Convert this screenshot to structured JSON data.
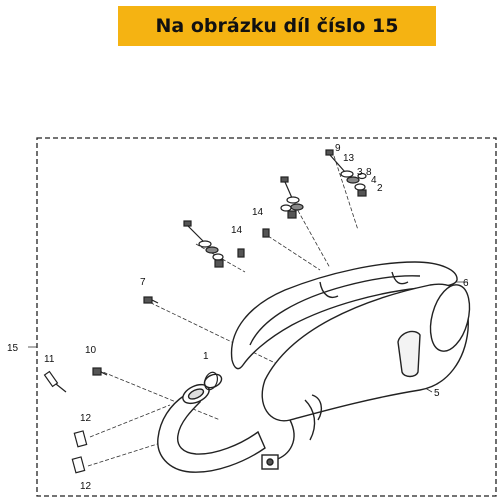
{
  "banner": {
    "text": "Na obrázku díl číslo 15",
    "color": "#f5b312"
  },
  "diagram": {
    "part_labels": [
      {
        "id": "label-9",
        "text": "9"
      },
      {
        "id": "label-13",
        "text": "13"
      },
      {
        "id": "label-3",
        "text": "3"
      },
      {
        "id": "label-8",
        "text": "8"
      },
      {
        "id": "label-4",
        "text": "4"
      },
      {
        "id": "label-2",
        "text": "2"
      },
      {
        "id": "label-14a",
        "text": "14"
      },
      {
        "id": "label-14b",
        "text": "14"
      },
      {
        "id": "label-6",
        "text": "6"
      },
      {
        "id": "label-7",
        "text": "7"
      },
      {
        "id": "label-1",
        "text": "1"
      },
      {
        "id": "label-10",
        "text": "10"
      },
      {
        "id": "label-11",
        "text": "11"
      },
      {
        "id": "label-5",
        "text": "5"
      },
      {
        "id": "label-15",
        "text": "15"
      },
      {
        "id": "label-12a",
        "text": "12"
      },
      {
        "id": "label-12b",
        "text": "12"
      }
    ]
  }
}
